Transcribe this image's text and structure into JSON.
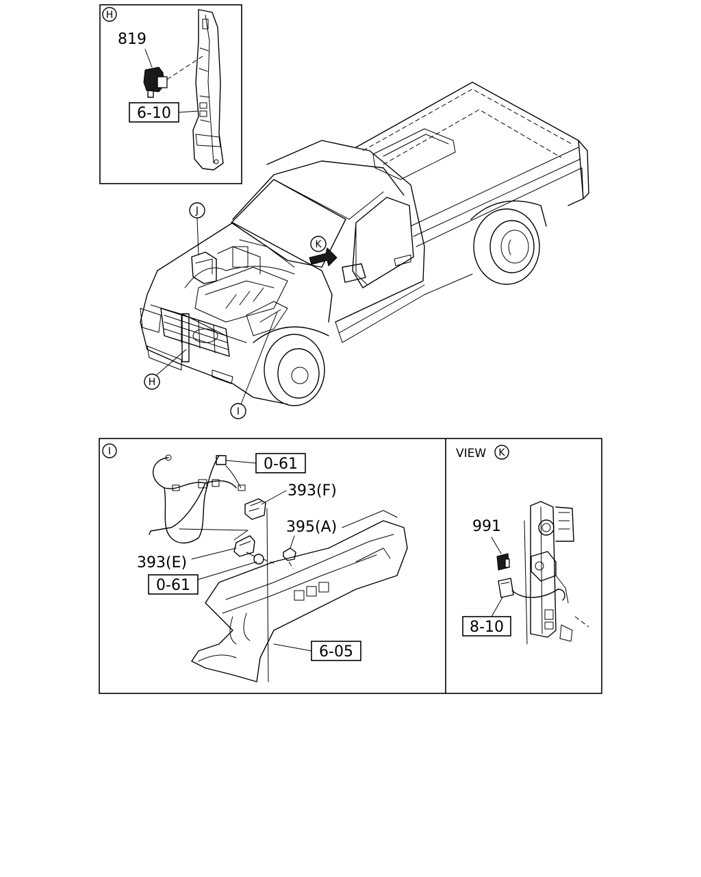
{
  "callouts": {
    "h": "H",
    "i": "I",
    "j": "J",
    "k": "K",
    "k_view": "K"
  },
  "labels": {
    "part_819": "819",
    "ref_6_10": "6-10",
    "ref_0_61_top": "0-61",
    "part_393f": "393(F)",
    "part_395a": "395(A)",
    "part_393e": "393(E)",
    "ref_0_61_bottom": "0-61",
    "ref_6_05": "6-05",
    "view_word": "VIEW",
    "part_991": "991",
    "ref_8_10": "8-10"
  }
}
